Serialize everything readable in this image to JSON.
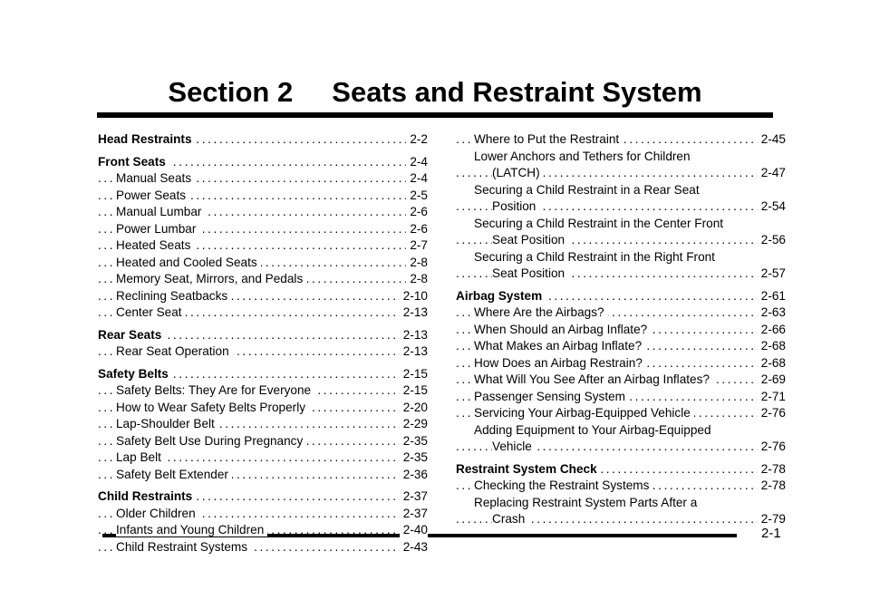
{
  "header": {
    "title": "Section 2     Seats and Restraint System"
  },
  "footer": {
    "page_number": "2-1"
  },
  "toc_left": [
    {
      "text": "Head Restraints",
      "page": "2-2",
      "level": 0,
      "bold": true
    },
    {
      "text": "Front Seats",
      "page": "2-4",
      "level": 0,
      "bold": true,
      "gap": true
    },
    {
      "text": "Manual Seats",
      "page": "2-4",
      "level": 1
    },
    {
      "text": "Power Seats",
      "page": "2-5",
      "level": 1
    },
    {
      "text": "Manual Lumbar",
      "page": "2-6",
      "level": 1
    },
    {
      "text": "Power Lumbar",
      "page": "2-6",
      "level": 1
    },
    {
      "text": "Heated Seats",
      "page": "2-7",
      "level": 1
    },
    {
      "text": "Heated and Cooled Seats",
      "page": "2-8",
      "level": 1
    },
    {
      "text": "Memory Seat, Mirrors, and Pedals",
      "page": "2-8",
      "level": 1
    },
    {
      "text": "Reclining Seatbacks",
      "page": "2-10",
      "level": 1
    },
    {
      "text": "Center Seat",
      "page": "2-13",
      "level": 1
    },
    {
      "text": "Rear Seats",
      "page": "2-13",
      "level": 0,
      "bold": true,
      "gap": true
    },
    {
      "text": "Rear Seat Operation",
      "page": "2-13",
      "level": 1
    },
    {
      "text": "Safety Belts",
      "page": "2-15",
      "level": 0,
      "bold": true,
      "gap": true
    },
    {
      "text": "Safety Belts: They Are for Everyone",
      "page": "2-15",
      "level": 1
    },
    {
      "text": "How to Wear Safety Belts Properly",
      "page": "2-20",
      "level": 1
    },
    {
      "text": "Lap-Shoulder Belt",
      "page": "2-29",
      "level": 1
    },
    {
      "text": "Safety Belt Use During Pregnancy",
      "page": "2-35",
      "level": 1
    },
    {
      "text": "Lap Belt",
      "page": "2-35",
      "level": 1
    },
    {
      "text": "Safety Belt Extender",
      "page": "2-36",
      "level": 1
    },
    {
      "text": "Child Restraints",
      "page": "2-37",
      "level": 0,
      "bold": true,
      "gap": true
    },
    {
      "text": "Older Children",
      "page": "2-37",
      "level": 1
    },
    {
      "text": "Infants and Young Children",
      "page": "2-40",
      "level": 1
    },
    {
      "text": "Child Restraint Systems",
      "page": "2-43",
      "level": 1
    }
  ],
  "toc_right": [
    {
      "text": "Where to Put the Restraint",
      "page": "2-45",
      "level": 1
    },
    {
      "text": "Lower Anchors and Tethers for Children",
      "page": "",
      "level": 1
    },
    {
      "text": "(LATCH)",
      "page": "2-47",
      "level": 2
    },
    {
      "text": "Securing a Child Restraint in a Rear Seat",
      "page": "",
      "level": 1
    },
    {
      "text": "Position",
      "page": "2-54",
      "level": 2
    },
    {
      "text": "Securing a Child Restraint in the Center Front",
      "page": "",
      "level": 1
    },
    {
      "text": "Seat Position",
      "page": "2-56",
      "level": 2
    },
    {
      "text": "Securing a Child Restraint in the Right Front",
      "page": "",
      "level": 1
    },
    {
      "text": "Seat Position",
      "page": "2-57",
      "level": 2
    },
    {
      "text": "Airbag System",
      "page": "2-61",
      "level": 0,
      "bold": true,
      "gap": true
    },
    {
      "text": "Where Are the Airbags?",
      "page": "2-63",
      "level": 1
    },
    {
      "text": "When Should an Airbag Inflate?",
      "page": "2-66",
      "level": 1
    },
    {
      "text": "What Makes an Airbag Inflate?",
      "page": "2-68",
      "level": 1
    },
    {
      "text": "How Does an Airbag Restrain?",
      "page": "2-68",
      "level": 1
    },
    {
      "text": "What Will You See After an Airbag Inflates?",
      "page": "2-69",
      "level": 1
    },
    {
      "text": "Passenger Sensing System",
      "page": "2-71",
      "level": 1
    },
    {
      "text": "Servicing Your Airbag-Equipped Vehicle",
      "page": "2-76",
      "level": 1
    },
    {
      "text": "Adding Equipment to Your Airbag-Equipped",
      "page": "",
      "level": 1
    },
    {
      "text": "Vehicle",
      "page": "2-76",
      "level": 2
    },
    {
      "text": "Restraint System Check",
      "page": "2-78",
      "level": 0,
      "bold": true,
      "gap": true
    },
    {
      "text": "Checking the Restraint Systems",
      "page": "2-78",
      "level": 1
    },
    {
      "text": "Replacing Restraint System Parts After a",
      "page": "",
      "level": 1
    },
    {
      "text": "Crash",
      "page": "2-79",
      "level": 2
    }
  ]
}
